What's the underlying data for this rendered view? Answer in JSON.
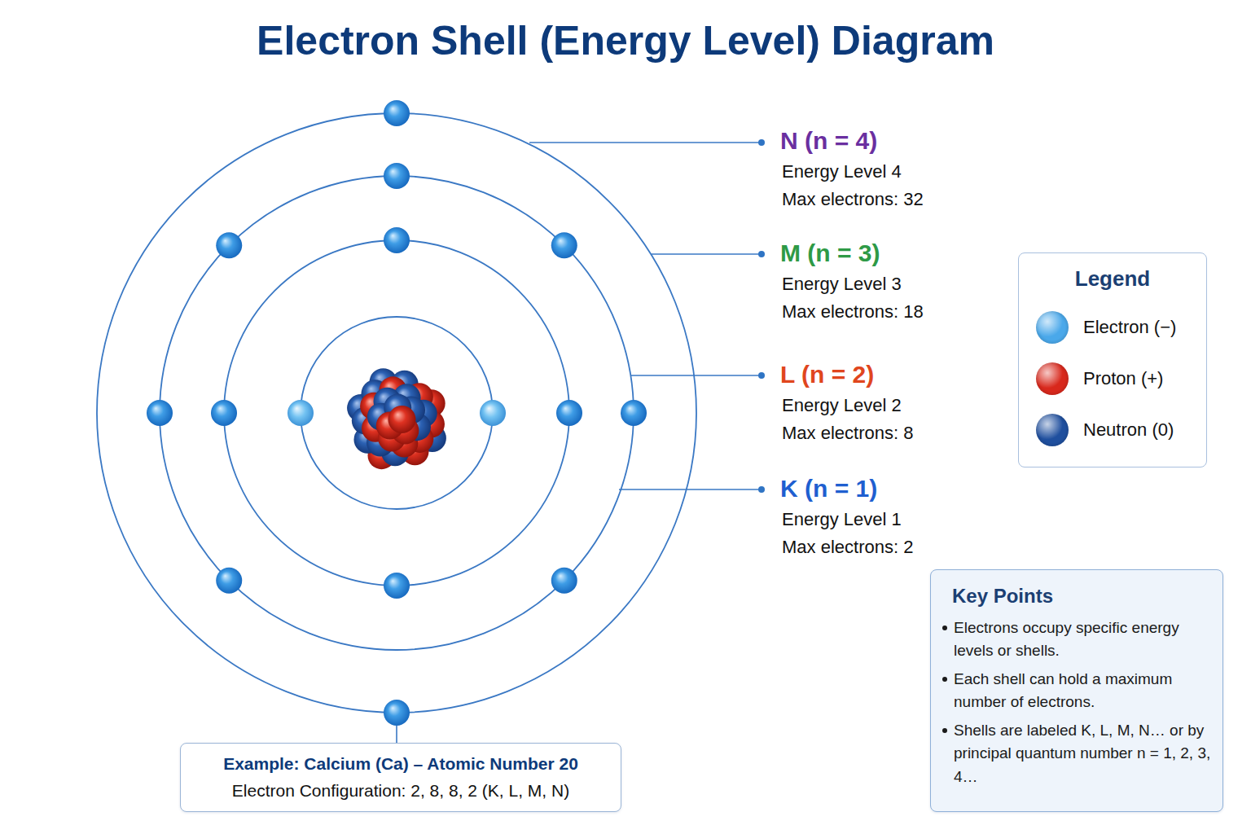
{
  "diagram": {
    "title": "Electron Shell (Energy Level) Diagram",
    "nodes": [
      {
        "text": [
          "Key Points",
          "Electrons occupy specific energy levels or shells.",
          "Each shell can hold a maximum number of electrons.",
          "Shells are labeled K, L, M, N… or by principal quantum number n = 1, 2, 3, 4…"
        ]
      },
      {
        "text": [
          "Example: Calcium (Ca) – Atomic Number 20",
          "Electron Configuration: 2, 8, 8, 2 (K, L, M, N)"
        ]
      }
    ],
    "labels": [
      "N (n = 4)",
      "Energy Level 4",
      "Max electrons: 32",
      "M (n = 3)",
      "Energy Level 3",
      "Max electrons: 18",
      "L (n = 2)",
      "Energy Level 2",
      "Max electrons: 8",
      "K (n = 1)",
      "Energy Level 1",
      "Max electrons: 2",
      "Legend"
    ],
    "legend": [
      {
        "text": "Electron (−)",
        "color": "#4aa8ea"
      },
      {
        "text": "Proton (+)",
        "color": "#d8281c"
      },
      {
        "text": "Neutron (0)",
        "color": "#1f4f9e"
      }
    ]
  }
}
